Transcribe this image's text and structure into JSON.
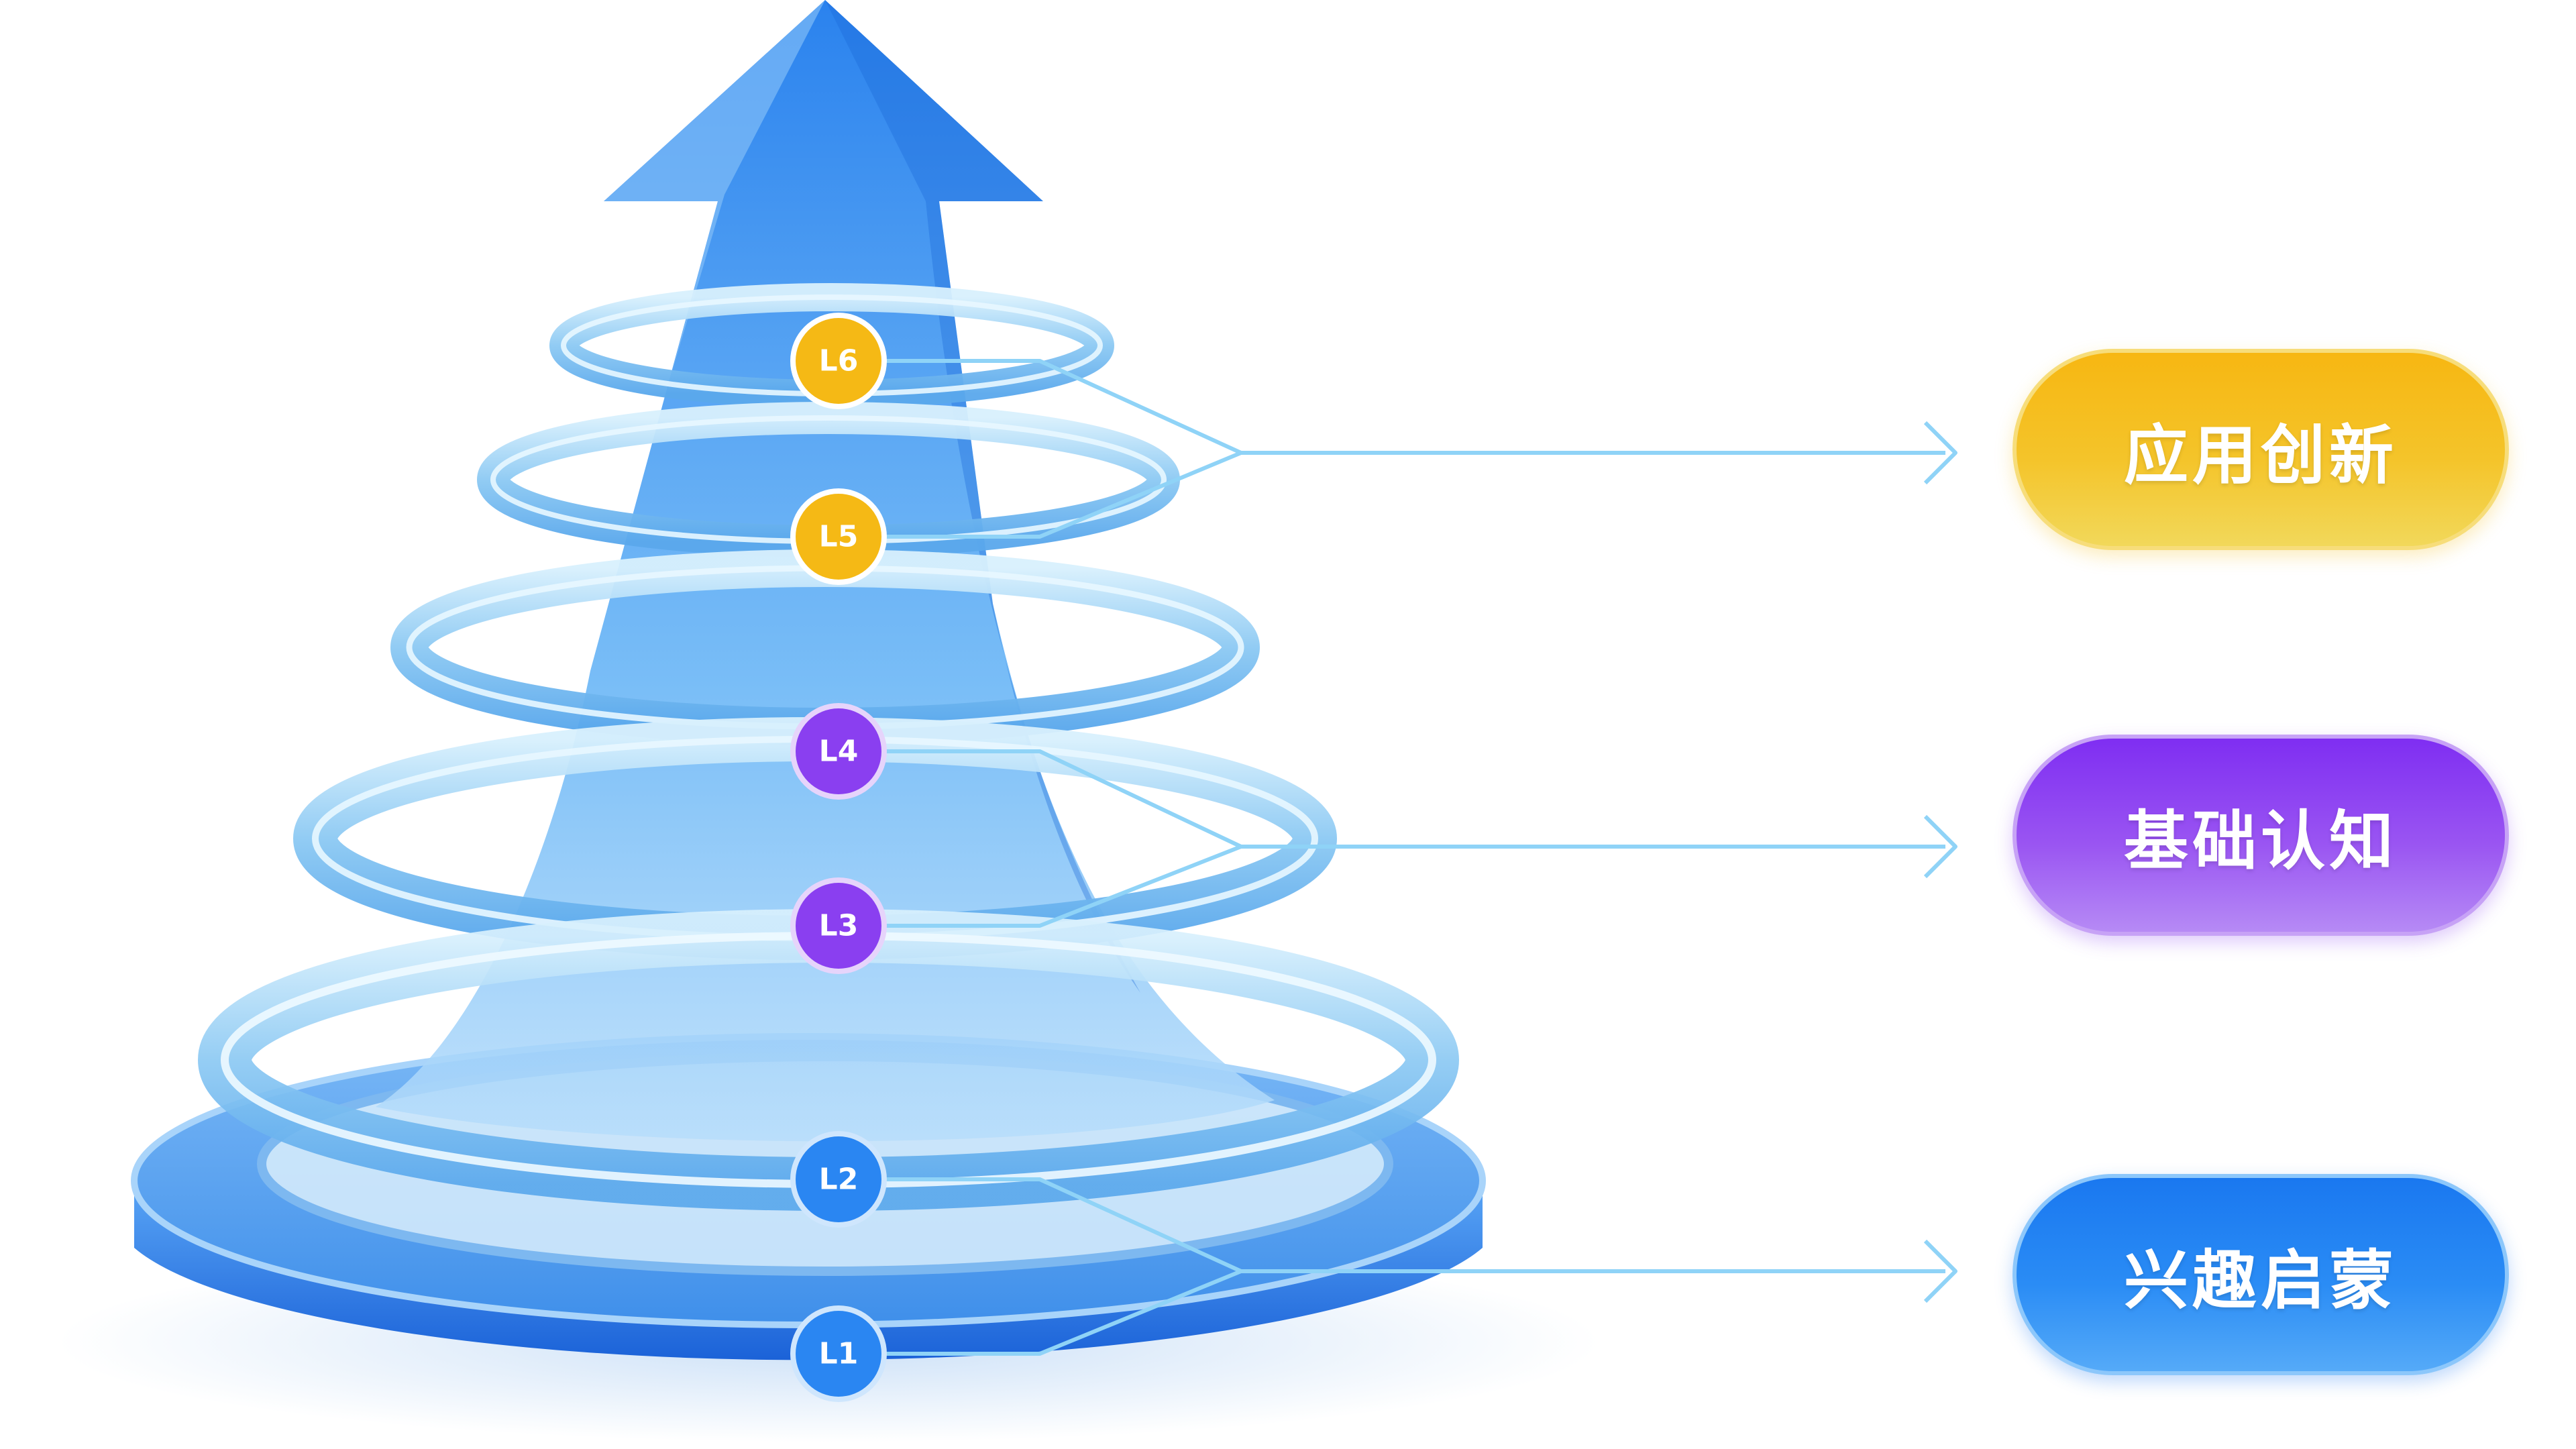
{
  "levels": [
    {
      "id": "L6",
      "label": "L6",
      "color": "#f5b915"
    },
    {
      "id": "L5",
      "label": "L5",
      "color": "#f5b915"
    },
    {
      "id": "L4",
      "label": "L4",
      "color": "#8a3ff0"
    },
    {
      "id": "L3",
      "label": "L3",
      "color": "#8a3ff0"
    },
    {
      "id": "L2",
      "label": "L2",
      "color": "#2a86f2"
    },
    {
      "id": "L1",
      "label": "L1",
      "color": "#2a86f2"
    }
  ],
  "stages": {
    "application": {
      "label": "应用创新",
      "color": "#f5bb18"
    },
    "foundation": {
      "label": "基础认知",
      "color": "#8a3ff0"
    },
    "interest": {
      "label": "兴趣启蒙",
      "color": "#2080f0"
    }
  },
  "colors": {
    "arrow": "#3a8ef0",
    "rings": "#9ad2f6",
    "base": "#2a78e4",
    "connector": "#8fd3f7"
  }
}
